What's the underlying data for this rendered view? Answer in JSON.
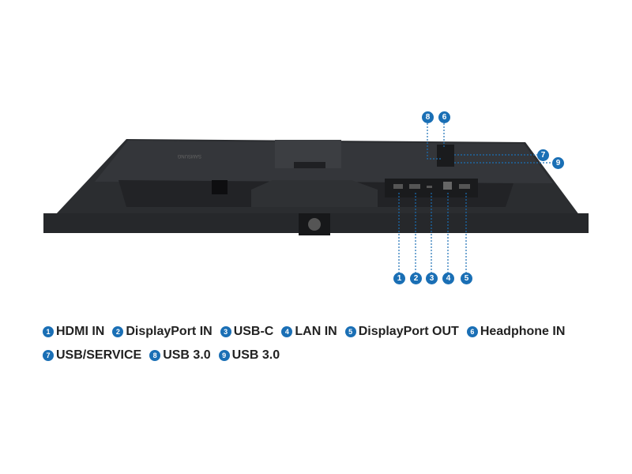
{
  "accent_color": "#1a6fb5",
  "brand_logo_text": "SAMSUNG",
  "callouts": [
    "1",
    "2",
    "3",
    "4",
    "5",
    "6",
    "7",
    "8",
    "9"
  ],
  "legend": [
    {
      "num": "1",
      "label": "HDMI IN"
    },
    {
      "num": "2",
      "label": "DisplayPort IN"
    },
    {
      "num": "3",
      "label": "USB-C"
    },
    {
      "num": "4",
      "label": "LAN IN"
    },
    {
      "num": "5",
      "label": "DisplayPort OUT"
    },
    {
      "num": "6",
      "label": "Headphone IN"
    },
    {
      "num": "7",
      "label": "USB/SERVICE"
    },
    {
      "num": "8",
      "label": "USB 3.0"
    },
    {
      "num": "9",
      "label": "USB 3.0"
    }
  ]
}
